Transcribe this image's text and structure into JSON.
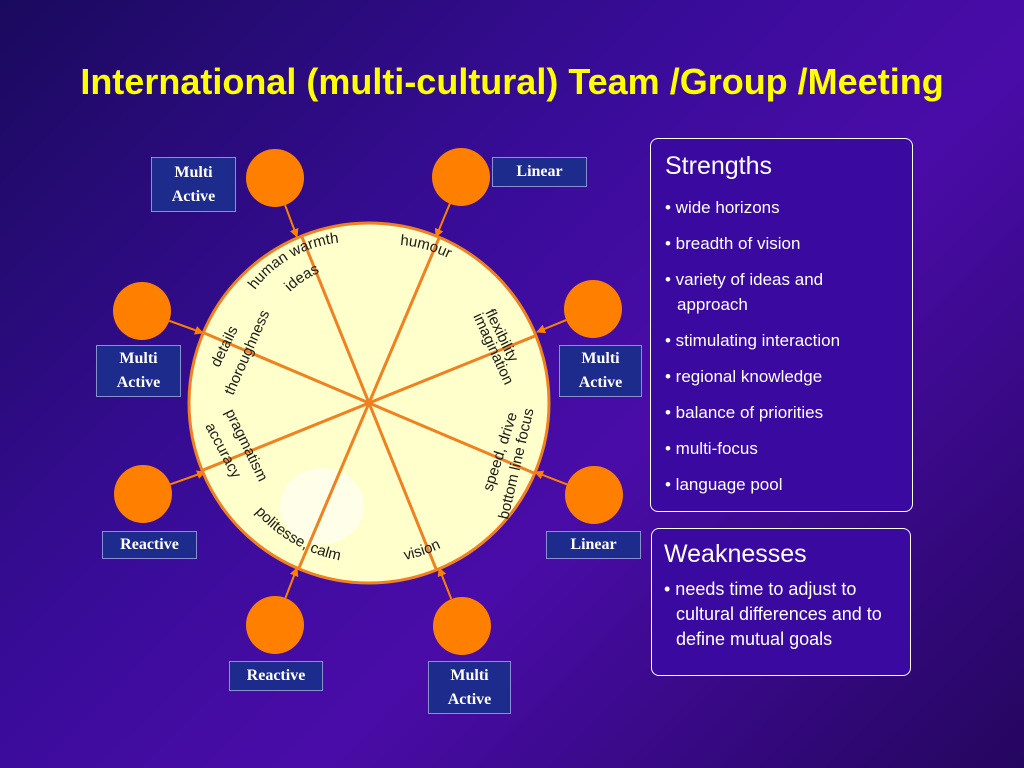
{
  "title": "International (multi-cultural) Team /Group /Meeting",
  "wheel": {
    "segments": [
      {
        "line1": "human warmth",
        "line2": "ideas"
      },
      {
        "line1": "humour",
        "line2": ""
      },
      {
        "line1": "flexibility",
        "line2": "imagination"
      },
      {
        "line1": "speed, drive",
        "line2": "bottom line focus"
      },
      {
        "line1": "vision",
        "line2": ""
      },
      {
        "line1": "politesse, calm",
        "line2": ""
      },
      {
        "line1": "pragmatism",
        "line2": "accuracy"
      },
      {
        "line1": "details",
        "line2": "thoroughness"
      }
    ],
    "members": [
      {
        "label": "Multi\nActive"
      },
      {
        "label": "Linear"
      },
      {
        "label": "Multi\nActive"
      },
      {
        "label": "Multi\nActive"
      },
      {
        "label": "Reactive"
      },
      {
        "label": "Linear"
      },
      {
        "label": "Reactive"
      },
      {
        "label": "Multi\nActive"
      }
    ],
    "colors": {
      "wheel_fill": "#ffffcc",
      "wheel_stroke": "#f08020",
      "member_fill": "#ff8000",
      "label_bg": "#1d2b8c",
      "title": "#ffff00"
    }
  },
  "strengths": {
    "heading": "Strengths",
    "items": [
      "• wide horizons",
      "• breadth of vision",
      "• variety of ideas and approach",
      "• stimulating interaction",
      "• regional knowledge",
      "• balance of priorities",
      "• multi-focus",
      "• language pool"
    ]
  },
  "weaknesses": {
    "heading": "Weaknesses",
    "items": [
      "• needs time to adjust to cultural differences and to define mutual goals"
    ]
  }
}
